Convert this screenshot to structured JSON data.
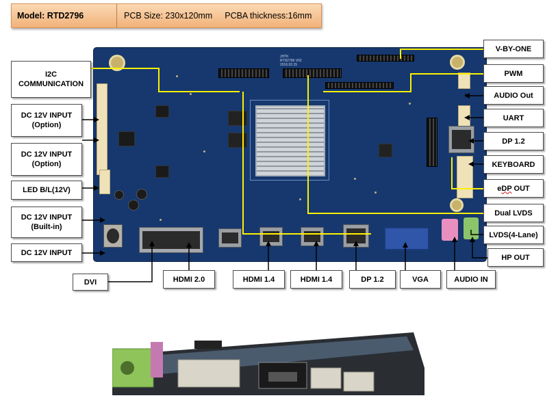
{
  "header": {
    "model": "Model: RTD2796",
    "pcb_size": "PCB Size:  230x120mm",
    "thickness": "PCBA thickness:16mm"
  },
  "board_silk": {
    "line1": "JHTK",
    "line2": "RTD2796  V02",
    "line3": "2016.02.15"
  },
  "labels": {
    "i2c": "I2C COMMUNICATION",
    "dc12_opt1_a": "DC 12V INPUT",
    "dc12_opt1_b": "(Option)",
    "dc12_opt2_a": "DC 12V INPUT",
    "dc12_opt2_b": "(Option)",
    "led_bl": "LED B/L(12V)",
    "dc12_builtin_a": "DC 12V INPUT",
    "dc12_builtin_b": "(Built-in)",
    "dc12": "DC 12V INPUT",
    "dvi": "DVI",
    "hdmi20": "HDMI 2.0",
    "hdmi14a": "HDMI 1.4",
    "hdmi14b": "HDMI 1.4",
    "dp12_bottom": "DP 1.2",
    "vga": "VGA",
    "audio_in": "AUDIO IN",
    "hp_out": "HP OUT",
    "lvds4": "LVDS(4-Lane)",
    "dual_lvds": "Dual LVDS",
    "edp_out_pre": "e",
    "edp_out_u": "DP",
    "edp_out_post": " OUT",
    "keyboard": "KEYBOARD",
    "dp12_right": "DP 1.2",
    "uart": "UART",
    "audio_out": "AUDIO Out",
    "pwm": "PWM",
    "vbyone": "V-BY-ONE"
  },
  "colors": {
    "header_bg": "#f1b27a",
    "board": "#16386e",
    "callout_line": "#fff200",
    "arrow": "#000000"
  }
}
